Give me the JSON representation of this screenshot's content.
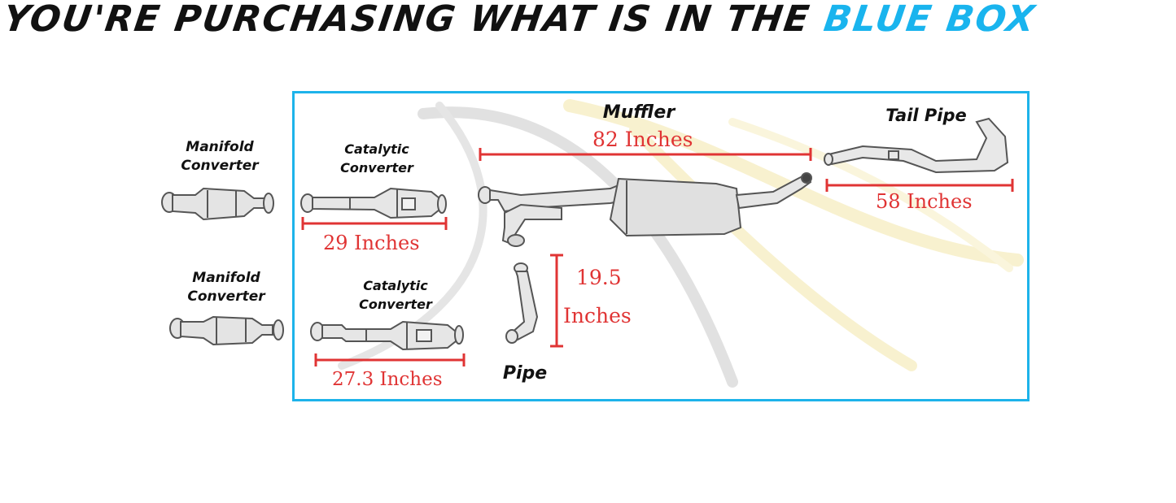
{
  "headline": {
    "lead": "YOU'RE PURCHASING WHAT IS IN THE ",
    "highlight": "BLUE BOX"
  },
  "colors": {
    "blue_box": "#1db3ea",
    "highlight": "#19b4ee",
    "measure_red": "#e03434",
    "text": "#111111"
  },
  "labels": {
    "manifold_top": [
      "Manifold",
      "Converter"
    ],
    "manifold_bottom": [
      "Manifold",
      "Converter"
    ],
    "catalytic_top": [
      "Catalytic",
      "Converter"
    ],
    "catalytic_bottom": [
      "Catalytic",
      "Converter"
    ],
    "muffler": "Muffler",
    "tail_pipe": "Tail Pipe",
    "pipe": "Pipe"
  },
  "measurements": {
    "muffler": "82 Inches",
    "tail_pipe": "58 Inches",
    "catalytic_top": "29 Inches",
    "catalytic_bottom": "27.3 Inches",
    "pipe_value": "19.5",
    "pipe_unit": "Inches"
  }
}
